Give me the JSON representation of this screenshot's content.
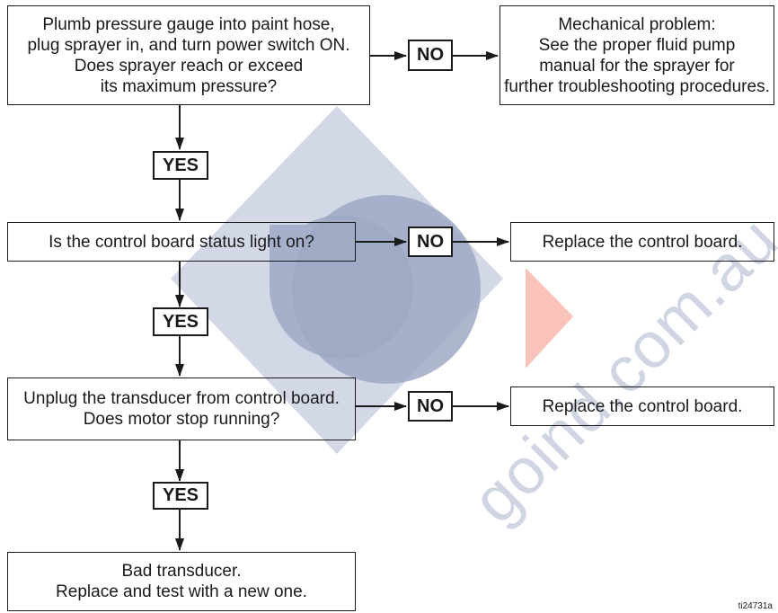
{
  "boxes": {
    "q1": "Plumb pressure gauge into paint hose,\nplug sprayer in, and turn power switch ON.\nDoes sprayer reach or exceed\nits maximum pressure?",
    "mech": "Mechanical problem:\nSee the proper fluid pump\nmanual for the sprayer for\nfurther troubleshooting procedures.",
    "q2": "Is the control board status light on?",
    "r2": "Replace the control board.",
    "q3": "Unplug the transducer from control board.\nDoes motor stop running?",
    "r3": "Replace the control board.",
    "final": "Bad transducer.\nReplace and test with a new one."
  },
  "labels": {
    "no": "NO",
    "yes": "YES"
  },
  "watermark": "goind.com.au",
  "figure_code": "ti24731a",
  "colors": {
    "watermark_blue": "#9ea9c4",
    "watermark_red": "#f7b4a8",
    "ink": "#1a1a1a"
  }
}
